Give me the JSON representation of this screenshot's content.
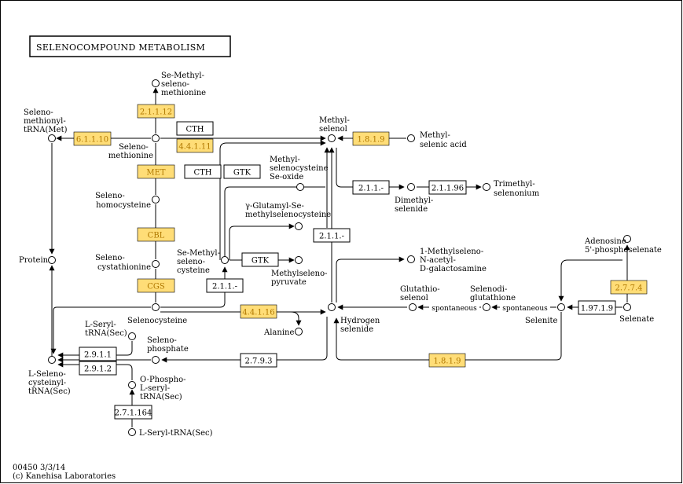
{
  "title": "SELENOCOMPOUND METABOLISM",
  "footer": {
    "line1": "00450 3/3/14",
    "line2": "(c) Kanehisa Laboratories"
  },
  "colors": {
    "enzyme_highlight_fill": "#ffdd77",
    "enzyme_highlight_text": "#b07800",
    "enzyme_plain_fill": "#ffffff",
    "line": "#000000"
  },
  "enzymes": {
    "e6_1_1_10": "6.1.1.10",
    "e2_1_1_12": "2.1.1.12",
    "cth_a": "CTH",
    "e4_4_1_11": "4.4.1.11",
    "met": "MET",
    "cth_b": "CTH",
    "gtk_a": "GTK",
    "cbl": "CBL",
    "cgs": "CGS",
    "e1_8_1_9_a": "1.8.1.9",
    "e2_1_1_a": "2.1.1.-",
    "e2_1_1_96": "2.1.1.96",
    "e2_1_1_b": "2.1.1.-",
    "gtk_b": "GTK",
    "e2_1_1_c": "2.1.1.-",
    "e4_4_1_16": "4.4.1.16",
    "e2_7_7_4": "2.7.7.4",
    "e1_97_1_9": "1.97.1.9",
    "e2_9_1_1": "2.9.1.1",
    "e2_9_1_2": "2.9.1.2",
    "e2_7_9_3": "2.7.9.3",
    "e2_7_1_164": "2.7.1.164",
    "e1_8_1_9_b": "1.8.1.9"
  },
  "compounds": {
    "se_methylselenomethionine": [
      "Se-Methyl-",
      "seleno-",
      "methionine"
    ],
    "selenomethionyl_trna": [
      "Seleno-",
      "methionyl-",
      "tRNA(Met)"
    ],
    "selenomethionine": [
      "Seleno-",
      "methionine"
    ],
    "selenohomocysteine": [
      "Seleno-",
      "homocysteine"
    ],
    "selenocystathionine": [
      "Seleno-",
      "cystathionine"
    ],
    "protein": [
      "Protein"
    ],
    "selenocysteine": [
      "Selenocysteine"
    ],
    "methylselenol": [
      "Methyl-",
      "selenol"
    ],
    "methylselenic_acid": [
      "Methyl-",
      "selenic acid"
    ],
    "methylselenocysteine_se_oxide": [
      "Methyl-",
      "selenocysteine",
      "Se-oxide"
    ],
    "gamma_glutamyl": [
      "γ-Glutamyl-Se-",
      "methylselenocysteine"
    ],
    "se_methylselenocysteine": [
      "Se-Methyl-",
      "seleno-",
      "cysteine"
    ],
    "methylselenopyruvate": [
      "Methylseleno-",
      "pyruvate"
    ],
    "dimethylselenide": [
      "Dimethyl-",
      "selenide"
    ],
    "trimethylselenonium": [
      "Trimethyl-",
      "selenonium"
    ],
    "methylseleno_galactosamine": [
      "1-Methylseleno-",
      "N-acetyl-",
      "D-galactosamine"
    ],
    "glutathioselenol": [
      "Glutathio-",
      "selenol"
    ],
    "selenodiglutathione": [
      "Selenodi-",
      "glutathione"
    ],
    "adenosine_phosphoselenate": [
      "Adenosine",
      "5'-phosphoselenate"
    ],
    "alanine": [
      "Alanine"
    ],
    "hydrogen_selenide": [
      "Hydrogen",
      "selenide"
    ],
    "selenite": [
      "Selenite"
    ],
    "selenate": [
      "Selenate"
    ],
    "l_seryl_trna_sec_a": [
      "L-Seryl-",
      "tRNA(Sec)"
    ],
    "selenophosphate": [
      "Seleno-",
      "phosphate"
    ],
    "l_selenocysteinyl_trna": [
      "L-Seleno-",
      "cysteinyl-",
      "tRNA(Sec)"
    ],
    "o_phospho_l_seryl_trna": [
      "O-Phospho-",
      "L-seryl-",
      "tRNA(Sec)"
    ],
    "l_seryl_trna_sec_b": [
      "L-Seryl-tRNA(Sec)"
    ]
  },
  "edge_labels": {
    "spontaneous_a": "spontaneous",
    "spontaneous_b": "spontaneous"
  }
}
